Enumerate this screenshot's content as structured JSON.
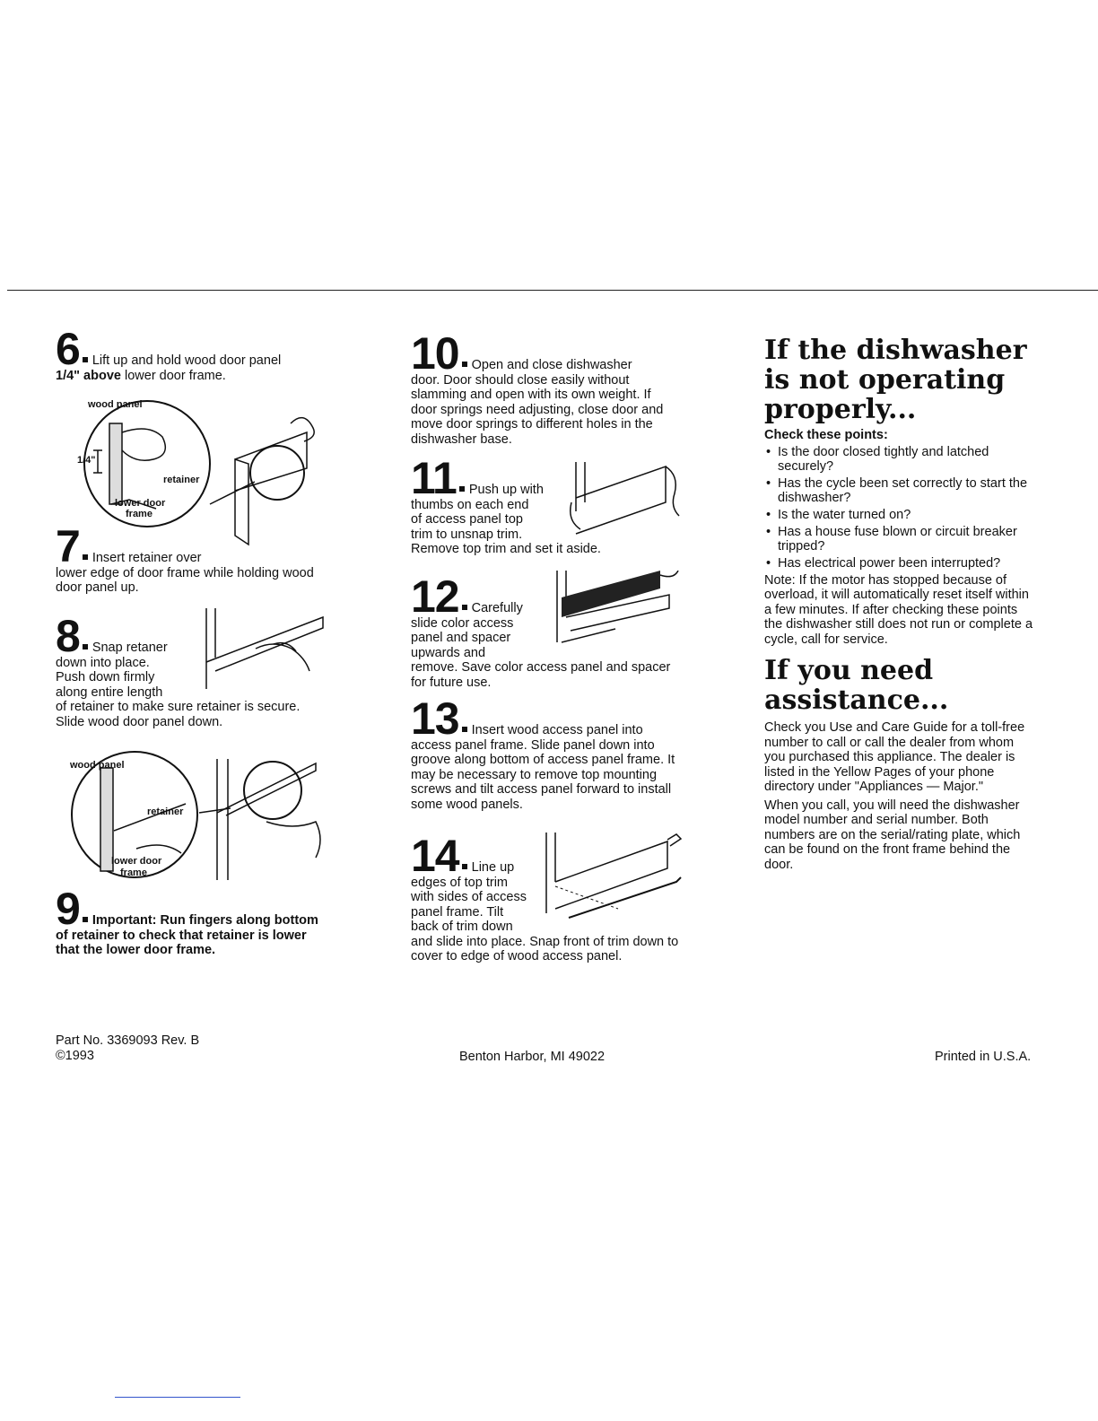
{
  "steps": {
    "s6": {
      "num": "6",
      "text_a": "Lift up and hold wood door panel",
      "text_b_bold": "1/4\" above",
      "text_b": " lower door frame."
    },
    "s7": {
      "num": "7",
      "text_a": "Insert retainer over",
      "text_b": "lower edge of door frame while holding wood door panel up."
    },
    "s8": {
      "num": "8",
      "text_a": "Snap retaner",
      "text_b": "down into place.",
      "text_c": "Push down firmly",
      "text_d": "along entire length",
      "text_e": "of retainer to make sure retainer is secure. Slide wood door panel down."
    },
    "s9": {
      "num": "9",
      "text": "Important: Run fingers along bottom of retainer to check that retainer is lower that the lower door frame."
    },
    "s10": {
      "num": "10",
      "text_a": "Open and close dishwasher",
      "text_b": "door. Door should close easily without slamming and open with its own weight. If door springs need adjusting, close door and move door springs to different holes in the dishwasher base."
    },
    "s11": {
      "num": "11",
      "text_a": "Push up with",
      "text_b": "thumbs on each end",
      "text_c": "of access panel top",
      "text_d": "trim to unsnap trim.",
      "text_e": "Remove top trim and set it aside."
    },
    "s12": {
      "num": "12",
      "text_a": "Carefully",
      "text_b": "slide color access",
      "text_c": "panel and spacer",
      "text_d": "upwards and",
      "text_e": "remove. Save color access panel and spacer for future use."
    },
    "s13": {
      "num": "13",
      "text_a": "Insert wood access panel into",
      "text_b": "access panel frame. Slide panel down into groove along bottom of access panel frame. It may be necessary to remove top mounting screws and tilt access panel forward to install some wood panels."
    },
    "s14": {
      "num": "14",
      "text_a": "Line up",
      "text_b": "edges of top trim",
      "text_c": "with sides of access",
      "text_d": "panel frame. Tilt",
      "text_e": "back of trim down",
      "text_f": "and slide into place. Snap front of trim down to cover to edge of wood access panel."
    }
  },
  "illustrations": {
    "ill1": {
      "wood_panel": "wood panel",
      "quarter": "1/4\"",
      "retainer": "retainer",
      "lower_door": "lower door",
      "frame": "frame"
    },
    "ill2": {
      "wood_panel": "wood panel",
      "retainer": "retainer",
      "lower_door": "lower door",
      "frame": "frame"
    }
  },
  "trouble": {
    "heading1": "If the dishwasher is not operating properly...",
    "check_label": "Check these points:",
    "points": [
      "Is the door closed tightly and latched securely?",
      "Has the cycle been set correctly to start the dishwasher?",
      "Is the water turned on?",
      "Has a house fuse blown or circuit breaker tripped?",
      "Has electrical power been interrupted?"
    ],
    "note": "Note: If the motor has stopped because of overload, it will automatically reset itself within a few minutes. If after checking these points the dishwasher still does not run or complete a cycle, call for service.",
    "heading2": "If you need assistance...",
    "assist1": "Check you Use and Care Guide for a toll-free number to call or call the dealer from whom you purchased this appliance. The dealer is listed in the Yellow Pages of your phone directory under \"Appliances — Major.\"",
    "assist2": "When you call, you will need the dishwasher model number and serial number. Both numbers are on the serial/rating plate, which can be found on the front frame behind the door."
  },
  "footer": {
    "part": "Part No. 3369093 Rev. B",
    "copyright": "©1993",
    "city": "Benton Harbor, MI 49022",
    "printed": "Printed in U.S.A."
  }
}
